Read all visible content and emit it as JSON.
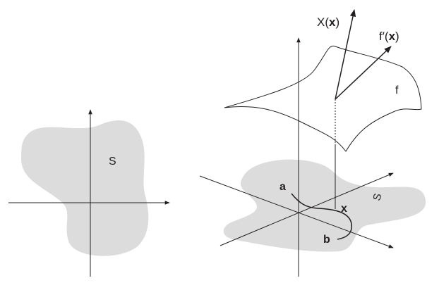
{
  "left_figure": {
    "region_label": "S"
  },
  "right_figure": {
    "vector_field_label": {
      "prefix": "X(",
      "bold": "x",
      "suffix": ")"
    },
    "derivative_label": {
      "prefix": "f′(",
      "bold": "x",
      "suffix": ")"
    },
    "surface_label": "f",
    "point_a": "a",
    "point_b": "b",
    "point_x": "x",
    "region_label": "S"
  },
  "colors": {
    "region_fill": "#dcdcdc",
    "line": "#231f20"
  }
}
